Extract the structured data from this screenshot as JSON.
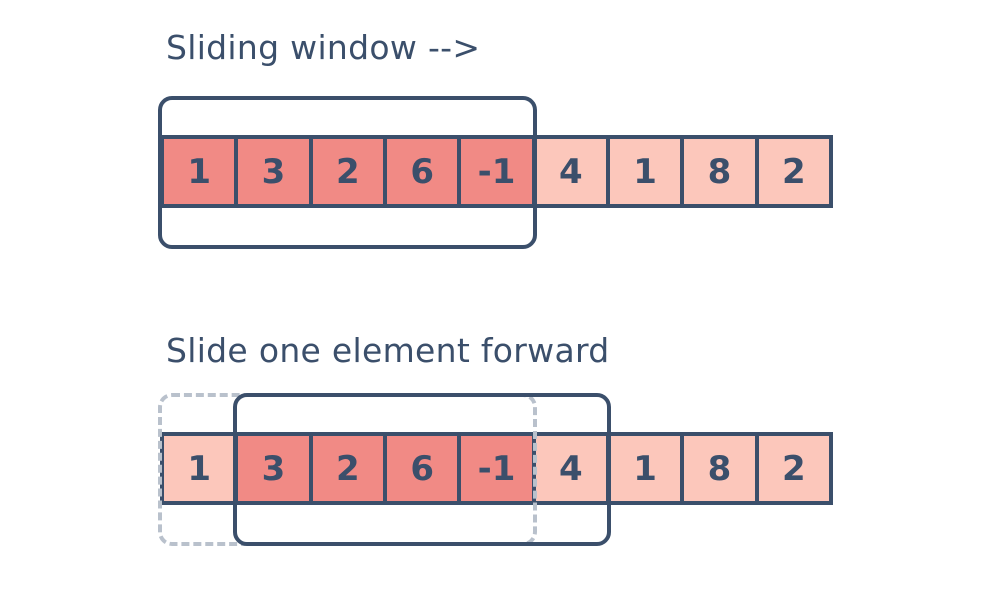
{
  "captions": {
    "top": "Sliding window -->",
    "bottom": "Slide one element forward"
  },
  "colors": {
    "stroke": "#3b4f6b",
    "in_window_fill": "#f18a85",
    "out_window_fill": "#fcc7bb",
    "previous_window_stroke": "#b9c1cc"
  },
  "top_array": {
    "values": [
      "1",
      "3",
      "2",
      "6",
      "-1",
      "4",
      "1",
      "8",
      "2"
    ],
    "window_indices": [
      0,
      1,
      2,
      3,
      4
    ]
  },
  "bottom_array": {
    "values": [
      "1",
      "3",
      "2",
      "6",
      "-1",
      "4",
      "1",
      "8",
      "2"
    ],
    "window_indices": [
      1,
      2,
      3,
      4
    ]
  }
}
